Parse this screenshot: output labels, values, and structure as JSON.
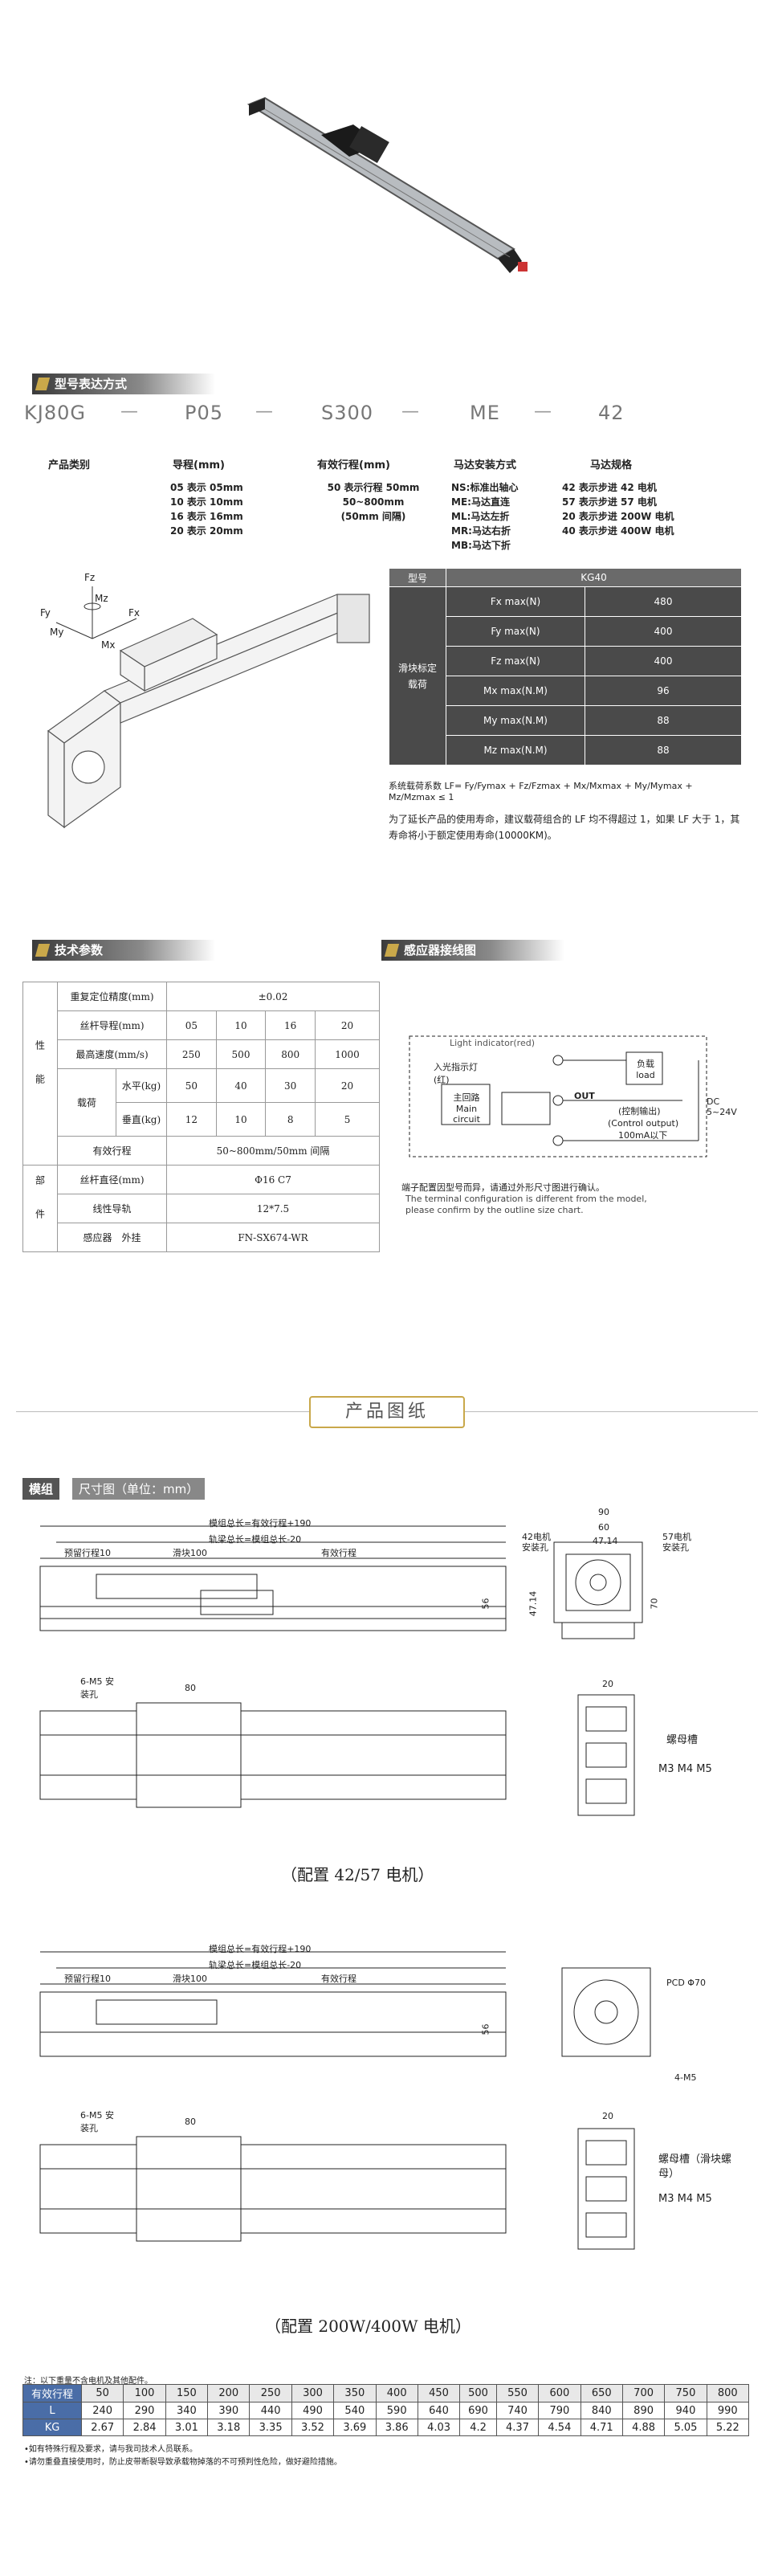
{
  "model_code": {
    "title": "型号表达方式",
    "codes": [
      "KJ80G",
      "P05",
      "S300",
      "ME",
      "42"
    ],
    "labels": [
      "产品类别",
      "导程(mm)",
      "有效行程(mm)",
      "马达安装方式",
      "马达规格"
    ],
    "lead_options": [
      "05 表示 05mm",
      "10 表示 10mm",
      "16 表示 16mm",
      "20 表示 20mm"
    ],
    "stroke_desc": [
      "50 表示行程 50mm",
      "50~800mm",
      "(50mm 间隔)"
    ],
    "mount_options": [
      "NS:标准出轴心",
      "ME:马达直连",
      "ML:马达左折",
      "MR:马达右折",
      "MB:马达下折"
    ],
    "motor_options": [
      "42 表示步进 42 电机",
      "57 表示步进 57 电机",
      "20 表示步进 200W 电机",
      "40 表示步进 400W 电机"
    ]
  },
  "axes_labels": [
    "Fz",
    "Mz",
    "Fy",
    "Fx",
    "My",
    "Mx"
  ],
  "load_table": {
    "header_left": "型号",
    "header_right": "KG40",
    "group_label": "滑块标定载荷",
    "rows": [
      {
        "name": "Fx max(N)",
        "value": "480"
      },
      {
        "name": "Fy max(N)",
        "value": "400"
      },
      {
        "name": "Fz max(N)",
        "value": "400"
      },
      {
        "name": "Mx max(N.M)",
        "value": "96"
      },
      {
        "name": "My max(N.M)",
        "value": "88"
      },
      {
        "name": "Mz max(N.M)",
        "value": "88"
      }
    ],
    "formula": "系统载荷系数 LF= Fy/Fymax + Fz/Fzmax + Mx/Mxmax + My/Mymax + Mz/Mzmax ≤ 1",
    "note": "为了延长产品的使用寿命，建议载荷组合的 LF 均不得超过 1，如果 LF 大于 1，其寿命将小于额定使用寿命(10000KM)。"
  },
  "tech": {
    "title": "技术参数",
    "group1": "性能",
    "group2": "部件",
    "repeat_label": "重复定位精度(mm)",
    "repeat_value": "±0.02",
    "lead_label": "丝杆导程(mm)",
    "lead_values": [
      "05",
      "10",
      "16",
      "20"
    ],
    "speed_label": "最高速度(mm/s)",
    "speed_values": [
      "250",
      "500",
      "800",
      "1000"
    ],
    "load_label": "载荷",
    "horiz_label": "水平(kg)",
    "horiz_values": [
      "50",
      "40",
      "30",
      "20"
    ],
    "vert_label": "垂直(kg)",
    "vert_values": [
      "12",
      "10",
      "8",
      "5"
    ],
    "stroke_label": "有效行程",
    "stroke_value": "50~800mm/50mm 间隔",
    "screw_label": "丝杆直径(mm)",
    "screw_value": "Φ16 C7",
    "rail_label": "线性导轨",
    "rail_value": "12*7.5",
    "sensor_label": "感应器　外挂",
    "sensor_value": "FN-SX674-WR"
  },
  "sensor": {
    "title": "感应器接线图",
    "light": "Light indicator(red)",
    "indicator": "入光指示灯(红)",
    "main": "主回路 Main circuit",
    "load": "负载 load",
    "out": "OUT",
    "control": "(控制输出)",
    "control_en": "(Control output)",
    "current": "100mA以下",
    "dc": "DC 5~24V",
    "note_cn": "端子配置因型号而异，请通过外形尺寸图进行确认。",
    "note_en1": "The terminal configuration is different from the model,",
    "note_en2": "please confirm by the outline size chart."
  },
  "drawing": {
    "section_title": "产品图纸",
    "tag1": "模组",
    "tag2": "尺寸图（单位：mm）",
    "labels_top": [
      "模组总长=有效行程+190",
      "轨梁总长=模组总长-20",
      "预留行程10",
      "滑块100",
      "有效行程"
    ],
    "dim_56": "56",
    "dim_right_top": [
      "90",
      "60",
      "47.14",
      "42电机",
      "安装孔",
      "57电机",
      "安装孔"
    ],
    "dim_4714": "47.14",
    "dim_70": "70",
    "dim_20": "20",
    "dim_80": "80",
    "holes": "6-M5 安装孔",
    "nut": "螺母槽",
    "nut_spec": "M3 M4 M5",
    "caption1": "（配置 42/57 电机）",
    "labels_top2": [
      "模组总长=有效行程+190",
      "轨梁总长=模组总长-20",
      "预留行程10",
      "滑块100",
      "有效行程"
    ],
    "pcd": "PCD Φ70",
    "holes4": "4-M5",
    "nut2": "螺母槽（滑块螺母）",
    "caption2": "（配置 200W/400W 电机）"
  },
  "bottom_table": {
    "note1": "注：以下重量不含电机及其他配件。",
    "row_labels": [
      "有效行程",
      "L",
      "KG"
    ],
    "strokes": [
      "50",
      "100",
      "150",
      "200",
      "250",
      "300",
      "350",
      "400",
      "450",
      "500",
      "550",
      "600",
      "650",
      "700",
      "750",
      "800"
    ],
    "L": [
      "240",
      "290",
      "340",
      "390",
      "440",
      "490",
      "540",
      "590",
      "640",
      "690",
      "740",
      "790",
      "840",
      "890",
      "940",
      "990"
    ],
    "KG": [
      "2.67",
      "2.84",
      "3.01",
      "3.18",
      "3.35",
      "3.52",
      "3.69",
      "3.86",
      "4.03",
      "4.2",
      "4.37",
      "4.54",
      "4.71",
      "4.88",
      "5.05",
      "5.22"
    ],
    "foot1": "•如有特殊行程及要求，请与我司技术人员联系。",
    "foot2": "•请勿重叠直接使用时，防止皮带断裂导致承载物掉落的不可预判性危险，做好避险措施。"
  }
}
